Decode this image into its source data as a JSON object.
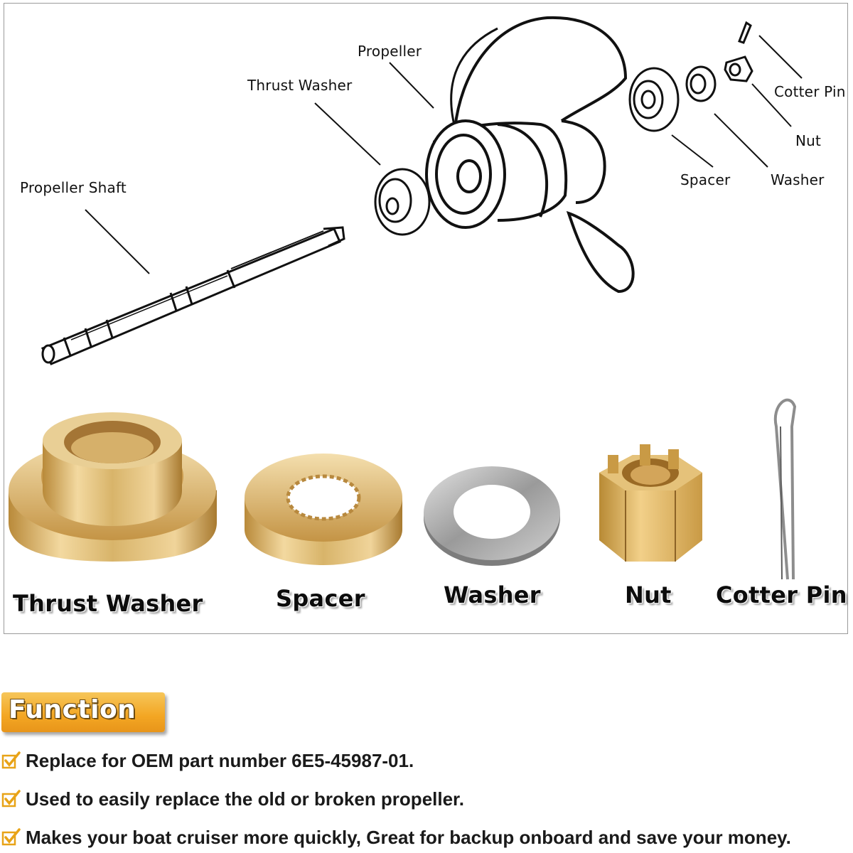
{
  "diagram_labels": {
    "propeller": "Propeller",
    "thrust_washer": "Thrust Washer",
    "propeller_shaft": "Propeller Shaft",
    "cotter_pin": "Cotter Pin",
    "nut": "Nut",
    "spacer": "Spacer",
    "washer": "Washer"
  },
  "parts": [
    {
      "label": "Thrust Washer",
      "icon": "thrust-washer-photo"
    },
    {
      "label": "Spacer",
      "icon": "spacer-photo"
    },
    {
      "label": "Washer",
      "icon": "washer-photo"
    },
    {
      "label": "Nut",
      "icon": "nut-photo"
    },
    {
      "label": "Cotter Pin",
      "icon": "cotter-pin-photo"
    }
  ],
  "function": {
    "title": "Function",
    "items": [
      "Replace for OEM part number 6E5-45987-01.",
      "Used to easily replace the old or broken propeller.",
      "Makes your boat cruiser more quickly, Great for backup onboard and save your money."
    ]
  },
  "colors": {
    "brass": "#d8b46a",
    "badge": "#f3a623",
    "check": "#e8a317",
    "steel": "#b9b9b9"
  }
}
